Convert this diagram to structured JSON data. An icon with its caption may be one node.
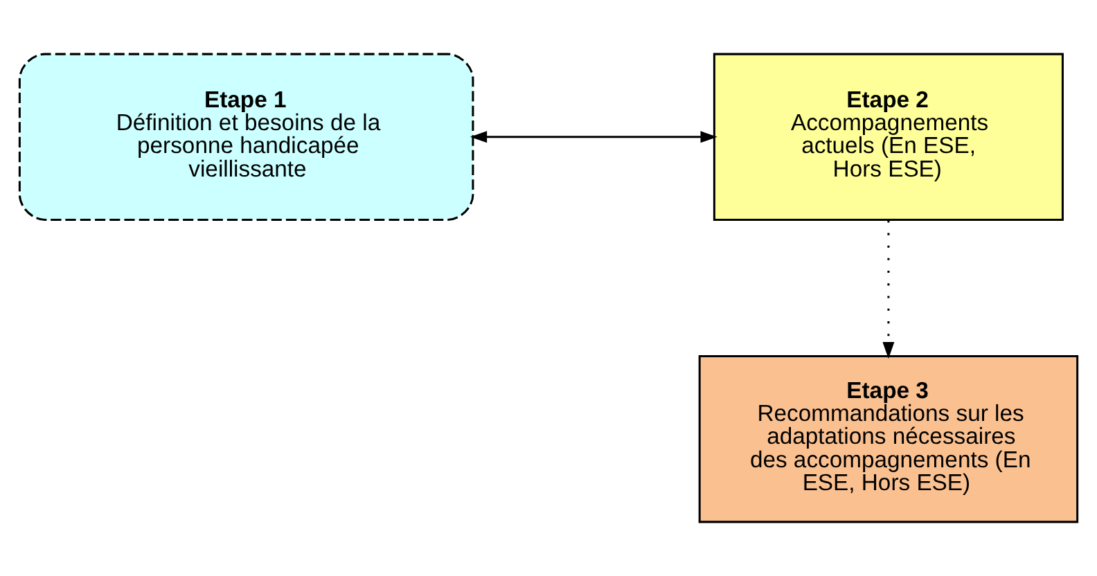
{
  "diagram": {
    "nodes": [
      {
        "text": [
          "Etape 1",
          "Définition et besoins de la personne handicapée vieillissante"
        ]
      },
      {
        "text": [
          "Etape 2",
          "Accompagnements actuels (En ESE, Hors ESE)"
        ]
      },
      {
        "text": [
          "Etape 3",
          "Recommandations sur les adaptations nécessaires des accompagnements (En ESE, Hors ESE)"
        ]
      }
    ],
    "edges": [
      {
        "from": 0,
        "to": 1,
        "arrow": "both"
      },
      {
        "from": 1,
        "to": 2,
        "arrow": "to",
        "style": "dashed"
      }
    ]
  }
}
